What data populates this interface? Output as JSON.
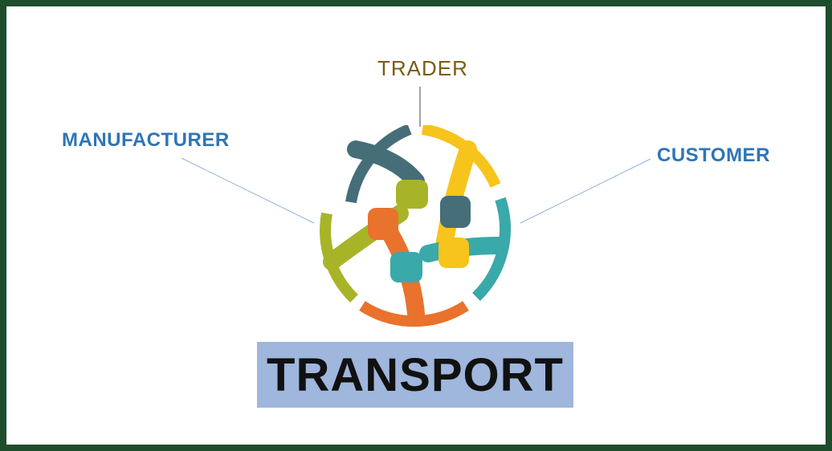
{
  "diagram": {
    "center_label": "TRANSPORT",
    "nodes": {
      "trader": "TRADER",
      "manufacturer": "MANUFACTURER",
      "customer": "CUSTOMER"
    },
    "center_icon": "joined-hands-wheel-icon",
    "colors": {
      "border": "#1e4d2b",
      "trader_text": "#7a5c14",
      "side_text": "#2e75b6",
      "center_box": "#9fb6dd",
      "hand_teal_dark": "#456e78",
      "hand_yellow": "#f6c41b",
      "hand_teal": "#3aa9a9",
      "hand_orange": "#e9722d",
      "hand_olive": "#a8b428"
    }
  }
}
